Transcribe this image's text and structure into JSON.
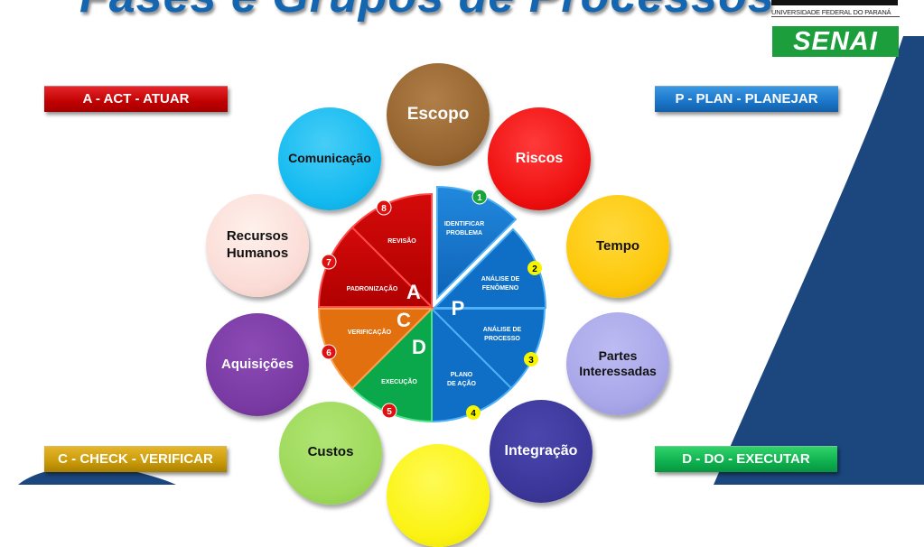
{
  "title": "Fases e Grupos de Processos",
  "logos": {
    "ufpr_text": "UNIVERSIDADE FEDERAL DO PARANÁ",
    "senai_text": "SENAI"
  },
  "phases": {
    "act": {
      "label": "A - ACT - ATUAR",
      "color": "#c00000"
    },
    "plan": {
      "label": "P - PLAN - PLANEJAR",
      "color": "#1a75c9"
    },
    "check": {
      "label": "C - CHECK - VERIFICAR",
      "color": "#c99a0a"
    },
    "do": {
      "label": "D - DO - EXECUTAR",
      "color": "#0db04e"
    }
  },
  "knowledge_areas": [
    {
      "label": "Escopo",
      "color": "#9b6a36",
      "text_color": "#ffffff"
    },
    {
      "label": "Riscos",
      "color": "#ef1010",
      "text_color": "#ffffff"
    },
    {
      "label": "Tempo",
      "color": "#fdc80a",
      "text_color": "#111111"
    },
    {
      "label": "Partes Interessadas",
      "color": "#a8a6e8",
      "text_color": "#111111"
    },
    {
      "label": "Integração",
      "color": "#3b3799",
      "text_color": "#ffffff"
    },
    {
      "label": "",
      "color": "#fbf313",
      "text_color": "#111111"
    },
    {
      "label": "Custos",
      "color": "#9ed95a",
      "text_color": "#111111"
    },
    {
      "label": "Aquisições",
      "color": "#7a3aa3",
      "text_color": "#ffffff"
    },
    {
      "label": "Recursos Humanos",
      "color": "#fbdcd6",
      "text_color": "#111111"
    },
    {
      "label": "Comunicação",
      "color": "#14baf0",
      "text_color": "#111111"
    }
  ],
  "cycle": {
    "letters": {
      "p": "P",
      "d": "D",
      "c": "C",
      "a": "A"
    },
    "steps": [
      {
        "number": "1",
        "line1": "IDENTIFICAR",
        "line2": "PROBLEMA",
        "phase": "P",
        "badge_color": "#1aa33a"
      },
      {
        "number": "2",
        "line1": "ANÁLISE DE",
        "line2": "FENÔMENO",
        "phase": "P",
        "badge_color": "#f5f500"
      },
      {
        "number": "3",
        "line1": "ANÁLISE DE",
        "line2": "PROCESSO",
        "phase": "P",
        "badge_color": "#f5f500"
      },
      {
        "number": "4",
        "line1": "PLANO",
        "line2": "DE AÇÃO",
        "phase": "P",
        "badge_color": "#f5f500"
      },
      {
        "number": "5",
        "line1": "EXECUÇÃO",
        "line2": "",
        "phase": "D",
        "badge_color": "#e01010"
      },
      {
        "number": "6",
        "line1": "VERIFICAÇÃO",
        "line2": "",
        "phase": "C",
        "badge_color": "#e01010"
      },
      {
        "number": "7",
        "line1": "PADRONIZAÇÃO",
        "line2": "",
        "phase": "A",
        "badge_color": "#e01010"
      },
      {
        "number": "8",
        "line1": "REVISÃO",
        "line2": "",
        "phase": "A",
        "badge_color": "#e01010"
      }
    ]
  }
}
